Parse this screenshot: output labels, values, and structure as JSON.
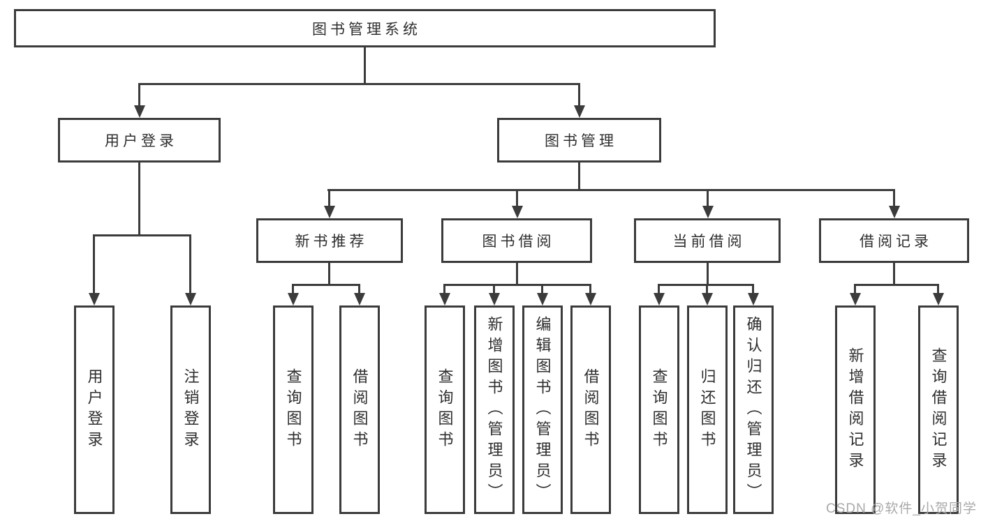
{
  "diagram": {
    "type": "tree",
    "colors": {
      "line": "#3b3b3b",
      "text": "#2e2e2e",
      "background": "#ffffff",
      "watermark": "#a9a9a9"
    },
    "root": {
      "label": "图书管理系统",
      "children": [
        {
          "label": "用户登录",
          "children": [
            {
              "label": "用户登录"
            },
            {
              "label": "注销登录"
            }
          ]
        },
        {
          "label": "图书管理",
          "children": [
            {
              "label": "新书推荐",
              "children": [
                {
                  "label": "查询图书"
                },
                {
                  "label": "借阅图书"
                }
              ]
            },
            {
              "label": "图书借阅",
              "children": [
                {
                  "label": "查询图书"
                },
                {
                  "label": "新增图书（管理员）"
                },
                {
                  "label": "编辑图书（管理员）"
                },
                {
                  "label": "借阅图书"
                }
              ]
            },
            {
              "label": "当前借阅",
              "children": [
                {
                  "label": "查询图书"
                },
                {
                  "label": "归还图书"
                },
                {
                  "label": "确认归还（管理员）"
                }
              ]
            },
            {
              "label": "借阅记录",
              "children": [
                {
                  "label": "新增借阅记录"
                },
                {
                  "label": "查询借阅记录"
                }
              ]
            }
          ]
        }
      ]
    },
    "watermark": "CSDN @软件_小贺同学"
  }
}
